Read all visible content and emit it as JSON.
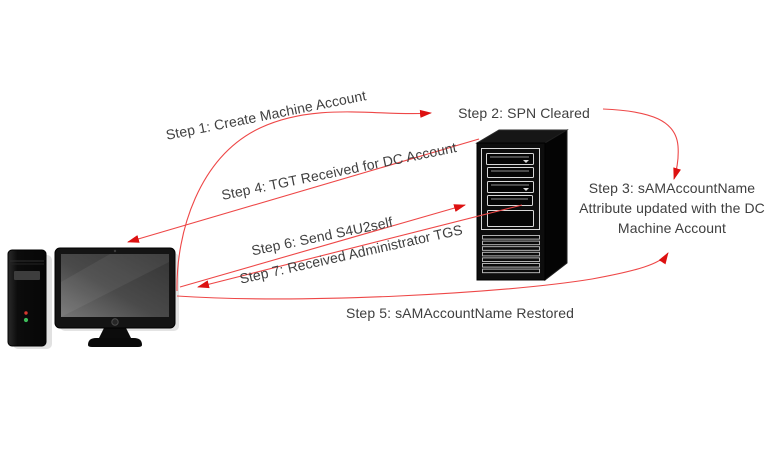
{
  "diagram": {
    "type": "attack-flow-diagram",
    "background": "#ffffff",
    "colors": {
      "connector_line": "#ee4747",
      "arrow_head": "#dd1111",
      "label_text": "#3f3f3f",
      "node_fill": "#0d0d0d",
      "led_red": "#d8392f",
      "led_green": "#3dbd5a"
    },
    "nodes": [
      {
        "id": "workstation",
        "kind": "desktop-computer-with-monitor"
      },
      {
        "id": "domain_controller",
        "kind": "server-tower"
      }
    ],
    "steps": [
      {
        "num": 1,
        "label": "Step 1: Create Machine Account",
        "from": "workstation",
        "to": "spn-cleared-label"
      },
      {
        "num": 2,
        "label": "Step 2: SPN Cleared",
        "from": "spn-cleared-label",
        "to": "step3-label"
      },
      {
        "num": 3,
        "label": "Step 3: sAMAccountName Attribute updated with the DC Machine Account",
        "lines": [
          "Step 3: sAMAccountName",
          "Attribute updated with the DC",
          "Machine Account"
        ]
      },
      {
        "num": 4,
        "label": "Step 4: TGT Received for DC Account",
        "from": "domain_controller",
        "to": "workstation"
      },
      {
        "num": 5,
        "label": "Step 5: sAMAccountName Restored",
        "from": "workstation",
        "to": "step3-label"
      },
      {
        "num": 6,
        "label": "Step 6: Send S4U2self",
        "from": "workstation",
        "to": "domain_controller"
      },
      {
        "num": 7,
        "label": "Step 7: Received Administrator TGS",
        "from": "domain_controller",
        "to": "workstation"
      }
    ]
  }
}
